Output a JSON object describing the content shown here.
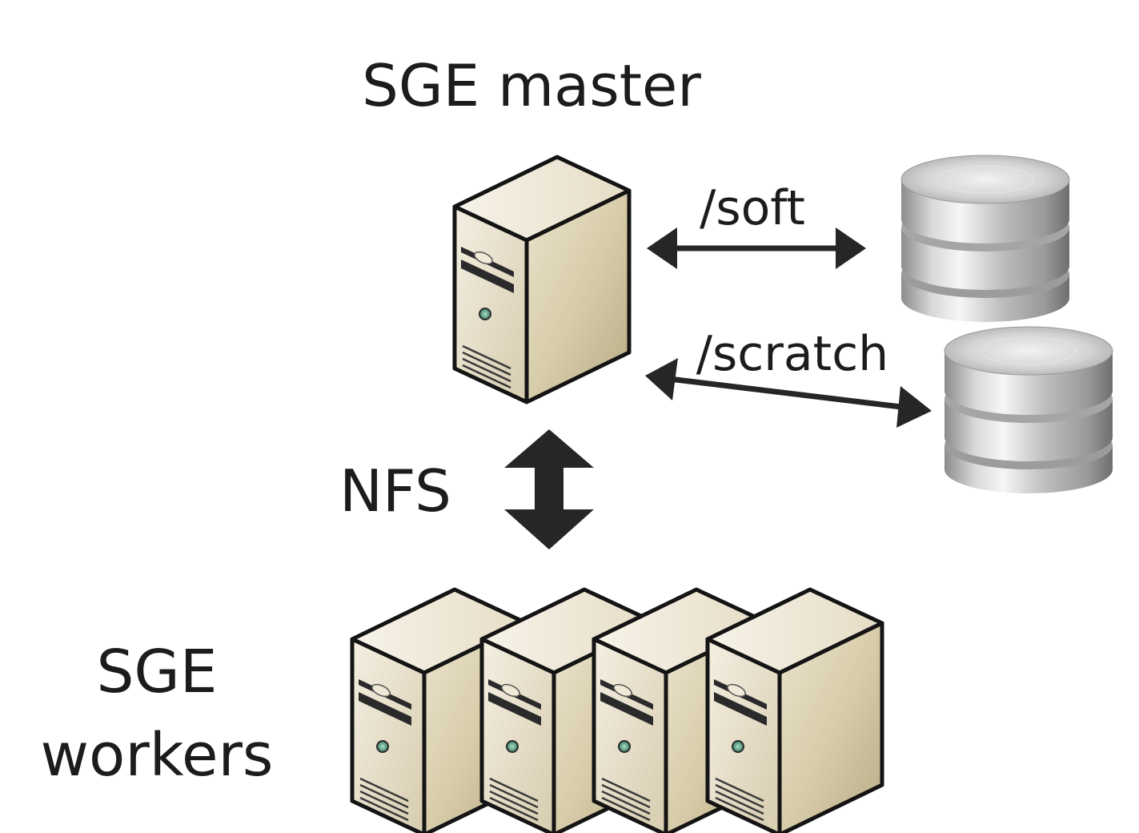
{
  "diagram": {
    "title": "SGE master",
    "workers_label": {
      "line1": "SGE",
      "line2": "workers"
    },
    "connections": {
      "nfs": "NFS",
      "soft": "/soft",
      "scratch": "/scratch"
    },
    "nodes": {
      "master": "server-icon",
      "workers_count": 4,
      "storage": [
        "database-icon",
        "database-icon"
      ]
    }
  },
  "colors": {
    "server_front": "#e9e2cf",
    "server_side": "#c9bd9a",
    "server_top": "#f3eee0",
    "outline": "#141414",
    "arrow": "#262626",
    "disk_silver": "#c8c8c8",
    "text": "#1c1c1c"
  }
}
